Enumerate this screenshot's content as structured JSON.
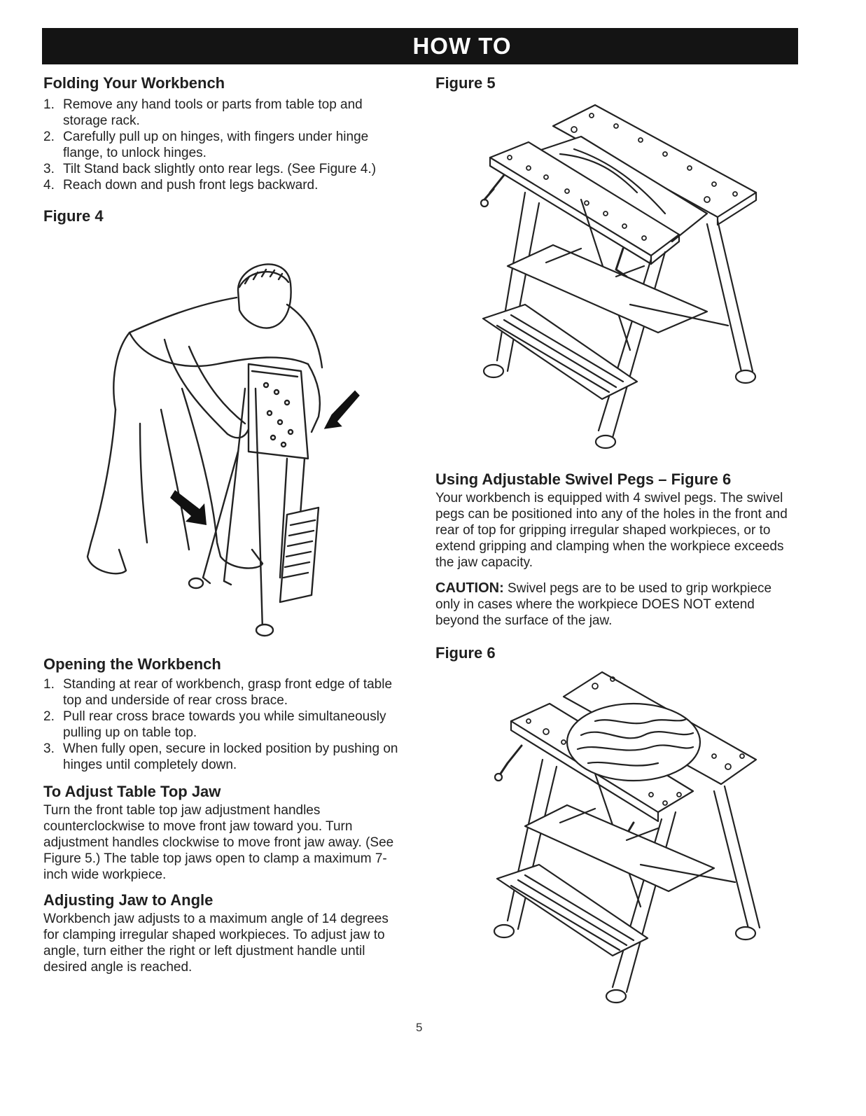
{
  "header": {
    "title": "HOW TO"
  },
  "folding": {
    "title": "Folding Your Workbench",
    "steps": [
      {
        "num": "1.",
        "text": "Remove any hand tools or parts from table top and storage rack."
      },
      {
        "num": "2.",
        "text": "Carefully pull up on hinges, with fingers under hinge flange, to unlock hinges."
      },
      {
        "num": "3.",
        "text": "Tilt Stand back slightly onto rear legs. (See Figure 4.)"
      },
      {
        "num": "4.",
        "text": "Reach down and push front legs backward."
      }
    ]
  },
  "figure4": {
    "label": "Figure 4"
  },
  "opening": {
    "title": "Opening the Workbench",
    "steps": [
      {
        "num": "1.",
        "text": "Standing at rear of workbench, grasp front edge of table top and underside of rear cross brace."
      },
      {
        "num": "2.",
        "text": "Pull rear cross brace towards you while simultaneously pulling up on table top."
      },
      {
        "num": "3.",
        "text": "When fully open, secure in locked position by pushing on hinges until completely down."
      }
    ]
  },
  "adjust_jaw": {
    "title": "To Adjust Table Top Jaw",
    "text": "Turn the front table top jaw adjustment handles counterclockwise to move front jaw toward you. Turn adjustment handles clockwise to move front jaw away. (See Figure 5.) The table top jaws open to clamp a maximum 7-inch wide workpiece."
  },
  "angle": {
    "title": "Adjusting Jaw to Angle",
    "text": "Workbench jaw adjusts to a maximum angle of 14 degrees for clamping irregular shaped workpieces. To adjust jaw to angle, turn either the right or left djustment handle until desired angle is reached."
  },
  "figure5": {
    "label": "Figure 5"
  },
  "swivel": {
    "title": "Using Adjustable Swivel Pegs – Figure 6",
    "text": "Your workbench is equipped with 4 swivel pegs. The swivel pegs can be positioned into any of the holes in the front and rear of top for gripping irregular shaped workpieces, or to extend gripping and clamping when the workpiece exceeds the jaw capacity.",
    "caution_label": "CAUTION:",
    "caution_text": " Swivel pegs are to be used to grip workpiece only in cases where the workpiece DOES NOT extend beyond the surface of the jaw."
  },
  "figure6": {
    "label": "Figure 6"
  },
  "footer": {
    "page_number": "5"
  },
  "icons": [
    "workbench-illustration",
    "person-folding-illustration",
    "arrow-icon"
  ],
  "colors": {
    "banner": "#141414",
    "text": "#222222"
  }
}
